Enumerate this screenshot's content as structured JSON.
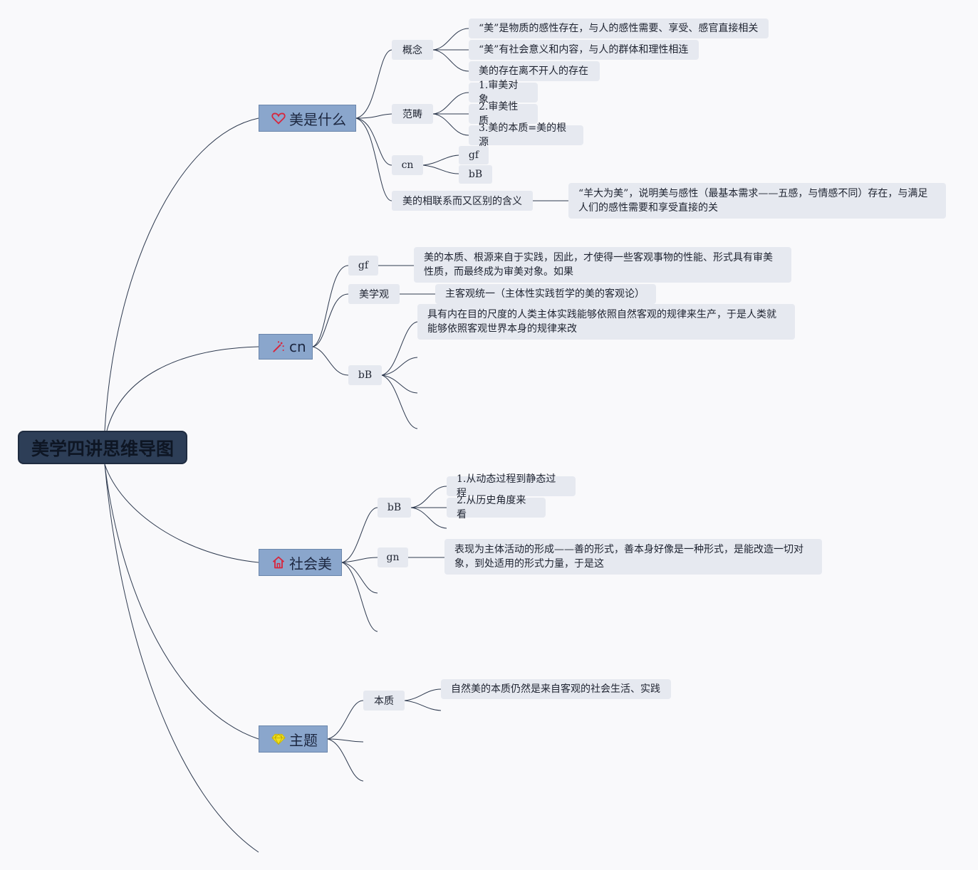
{
  "root": {
    "title": "美学四讲思维导图"
  },
  "branches": {
    "b1": {
      "title": "美是什么",
      "icon": "heart-icon",
      "concept": {
        "label": "概念",
        "items": [
          "“美”是物质的感性存在，与人的感性需要、享受、感官直接相关",
          "“美”有社会意义和内容，与人的群体和理性相连",
          "美的存在离不开人的存在"
        ]
      },
      "category": {
        "label": "范畴",
        "items": [
          "1.审美对象",
          "2.审美性质",
          "3.美的本质=美的根源"
        ]
      },
      "cn": {
        "label": "cn",
        "items": [
          "gf",
          "bB"
        ]
      },
      "meaning": {
        "label": "美的相联系而又区别的含义",
        "item": "“羊大为美”，说明美与感性（最基本需求——五感，与情感不同）存在，与满足人们的感性需要和享受直接的关"
      }
    },
    "b2": {
      "title": "cn",
      "icon": "magic-wand-icon",
      "gf": {
        "label": "gf",
        "item": "美的本质、根源来自于实践，因此，才使得一些客观事物的性能、形式具有审美性质，而最终成为审美对象。如果"
      },
      "view": {
        "label": "美学观",
        "item": "主客观统一（主体性实践哲学的美的客观论）"
      },
      "bb": {
        "label": "bB",
        "item": "具有内在目的尺度的人类主体实践能够依照自然客观的规律来生产，于是人类就能够依照客观世界本身的规律来改"
      }
    },
    "b3": {
      "title": "社会美",
      "icon": "home-icon",
      "bb": {
        "label": "bB",
        "items": [
          "1.从动态过程到静态过程",
          "2.从历史角度来看"
        ]
      },
      "gn": {
        "label": "gn",
        "item": "表现为主体活动的形成——善的形式，善本身好像是一种形式，是能改造一切对象，到处适用的形式力量，于是这"
      }
    },
    "b4": {
      "title": "主题",
      "icon": "diamond-icon",
      "essence": {
        "label": "本质",
        "item": "自然美的本质仍然是来自客观的社会生活、实践"
      }
    }
  },
  "colors": {
    "background": "#f9f9fb",
    "root_fill": "#2d3e57",
    "main_fill": "#8aa6cc",
    "node_fill": "#e6e9f0",
    "line": "#2e3a4f",
    "heart_icon": "#d7263d",
    "wand_icon": "#d7263d",
    "home_icon": "#d7263d",
    "diamond_icon": "#f2e11b"
  }
}
